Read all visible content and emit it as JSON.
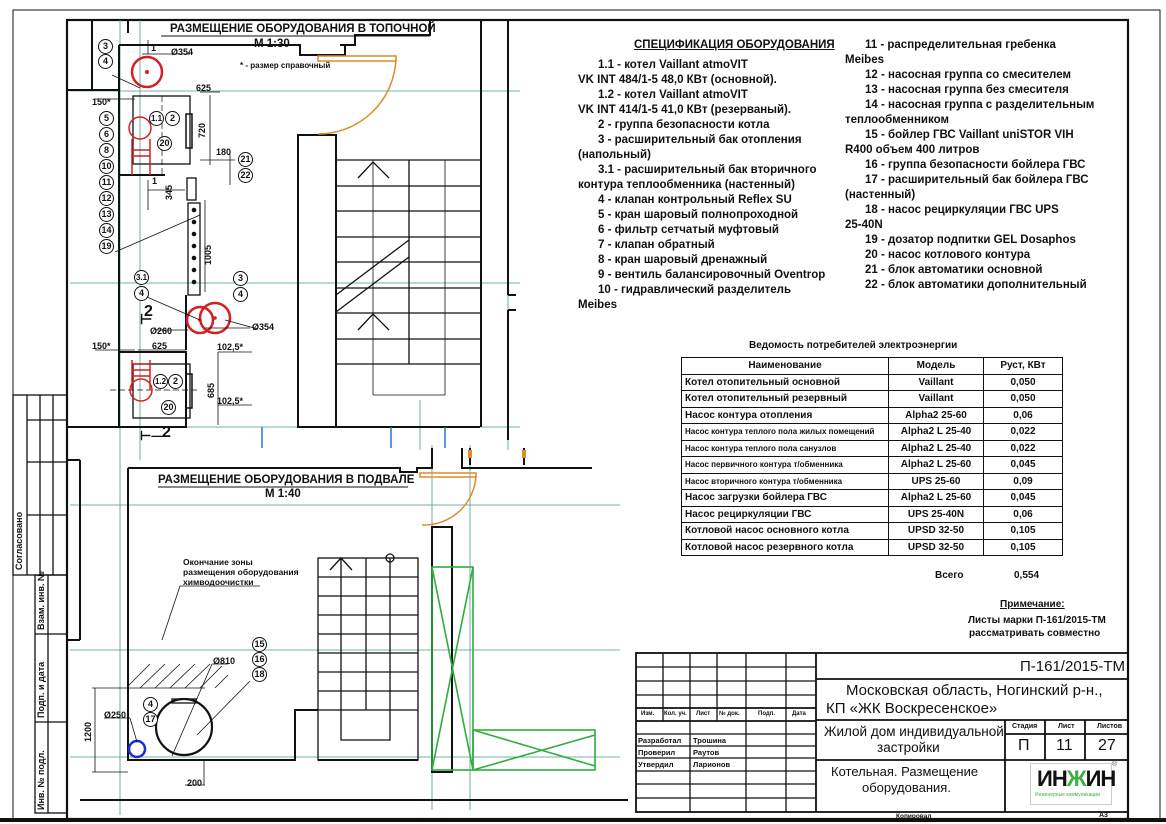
{
  "sheet": {
    "plan_top": {
      "title": "РАЗМЕЩЕНИЕ ОБОРУДОВАНИЯ В ТОПОЧНОЙ",
      "scale": "М 1:30",
      "note": "* - размер справочный",
      "section_mark": "2",
      "bubbles_left_a": [
        "3",
        "4"
      ],
      "bubbles_left_b": [
        "5",
        "6",
        "8",
        "10",
        "11",
        "12",
        "13",
        "14",
        "19"
      ],
      "bubbles_boiler1": [
        "1.1",
        "2"
      ],
      "bubble_pump1": "20",
      "bubbles_auto": [
        "21",
        "22"
      ],
      "bubbles_tank_a": [
        "3.1",
        "4"
      ],
      "bubbles_tank_b": [
        "3",
        "4"
      ],
      "bubbles_boiler2": [
        "1.2",
        "2"
      ],
      "bubble_pump2": "20",
      "dims": {
        "d354_top": "Ø354",
        "d354_mid": "Ø354",
        "d260": "Ø260",
        "w625_top": "625",
        "w625_bot": "625",
        "h720": "720",
        "w180": "180",
        "w345": "345",
        "h1005": "1005",
        "w150_top": "150*",
        "w150_bot": "150*",
        "h685": "685",
        "w102_5_a": "102,5*",
        "w102_5_b": "102,5*",
        "one_a": "1",
        "one_b": "1"
      }
    },
    "plan_bottom": {
      "title": "РАЗМЕЩЕНИЕ ОБОРУДОВАНИЯ В ПОДВАЛЕ",
      "scale": "М 1:40",
      "zone_note": [
        "Окончание зоны",
        "размещения оборудования",
        "химводоочистки"
      ],
      "bubbles_boiler_tank": [
        "15",
        "16",
        "18"
      ],
      "bubbles_small": [
        "4",
        "17"
      ],
      "dims": {
        "d810": "Ø810",
        "d250": "Ø250",
        "h1200": "1200",
        "w200": "200"
      }
    },
    "specification": {
      "title": "СПЕЦИФИКАЦИЯ ОБОРУДОВАНИЯ",
      "col1": [
        {
          "text": "1.1 - котел Vaillant atmoVIT",
          "indent": true
        },
        {
          "text": "VK INT 484/1-5 48,0 КВт (основной).",
          "indent": false
        },
        {
          "text": "1.2 - котел Vaillant atmoVIT",
          "indent": true
        },
        {
          "text": "VK INT 414/1-5 41,0 КВт (резерваный).",
          "indent": false
        },
        {
          "text": "2 - группа безопасности котла",
          "indent": true
        },
        {
          "text": "3 - расширительный бак отопления",
          "indent": true
        },
        {
          "text": "(напольный)",
          "indent": false
        },
        {
          "text": "3.1 - расширительный бак вторичного",
          "indent": true
        },
        {
          "text": "контура теплообменника (настенный)",
          "indent": false
        },
        {
          "text": "4 - клапан контрольный Reflex SU",
          "indent": true
        },
        {
          "text": "5 - кран шаровый полнопроходной",
          "indent": true
        },
        {
          "text": "6 - фильтр сетчатый муфтовый",
          "indent": true
        },
        {
          "text": "7 - клапан обратный",
          "indent": true
        },
        {
          "text": "8 - кран шаровый дренажный",
          "indent": true
        },
        {
          "text": "9 - вентиль балансировочный Oventrop",
          "indent": true
        },
        {
          "text": "10 - гидравлический разделитель",
          "indent": true
        },
        {
          "text": "Meibes",
          "indent": false
        }
      ],
      "col2": [
        {
          "text": "11 - распределительная гребенка",
          "indent": true
        },
        {
          "text": "Meibes",
          "indent": false
        },
        {
          "text": "12 - насосная группа со смесителем",
          "indent": true
        },
        {
          "text": "13 - насосная группа без смесителя",
          "indent": true
        },
        {
          "text": "14 - насосная группа с разделительным",
          "indent": true
        },
        {
          "text": "теплообменником",
          "indent": false
        },
        {
          "text": "15 - бойлер ГВС Vaillant uniSTOR VIH",
          "indent": true
        },
        {
          "text": "R400 объем 400 литров",
          "indent": false
        },
        {
          "text": "16 - группа безопасности бойлера ГВС",
          "indent": true
        },
        {
          "text": "17 - расширительный бак бойлера ГВС",
          "indent": true
        },
        {
          "text": "(настенный)",
          "indent": false
        },
        {
          "text": "18 - насос рециркуляции ГВС UPS",
          "indent": true
        },
        {
          "text": "25-40N",
          "indent": false
        },
        {
          "text": "19 - дозатор подпитки GEL Dosaphos",
          "indent": true
        },
        {
          "text": "20 - насос котлового контура",
          "indent": true
        },
        {
          "text": "21 - блок автоматики основной",
          "indent": true
        },
        {
          "text": "22 - блок автоматики дополнительный",
          "indent": true
        }
      ]
    },
    "power_table": {
      "title": "Ведомость потребителей электроэнергии",
      "headers": [
        "Наименование",
        "Модель",
        "Pуст, КВт"
      ],
      "rows": [
        {
          "name": "Котел отопительный основной",
          "model": "Vaillant",
          "power": "0,050",
          "small": false
        },
        {
          "name": "Котел отопительный резервный",
          "model": "Vaillant",
          "power": "0,050",
          "small": false
        },
        {
          "name": "Насос контура отопления",
          "model": "Alpha2 25-60",
          "power": "0,06",
          "small": false
        },
        {
          "name": "Насос контура теплого пола жилых помещений",
          "model": "Alpha2 L 25-40",
          "power": "0,022",
          "small": true
        },
        {
          "name": "Насос контура теплого пола санузлов",
          "model": "Alpha2 L 25-40",
          "power": "0,022",
          "small": true
        },
        {
          "name": "Насос первичного контура т/обменника",
          "model": "Alpha2 L 25-60",
          "power": "0,045",
          "small": true
        },
        {
          "name": "Насос вторичного контура т/обменника",
          "model": "UPS 25-60",
          "power": "0,09",
          "small": true
        },
        {
          "name": "Насос загрузки бойлера ГВС",
          "model": "Alpha2 L 25-60",
          "power": "0,045",
          "small": false
        },
        {
          "name": "Насос рециркуляции ГВС",
          "model": "UPS 25-40N",
          "power": "0,06",
          "small": false
        },
        {
          "name": "Котловой насос основного котла",
          "model": "UPSD 32-50",
          "power": "0,105",
          "small": false
        },
        {
          "name": "Котловой насос резервного котла",
          "model": "UPSD 32-50",
          "power": "0,105",
          "small": false
        }
      ],
      "total_label": "Всего",
      "total_value": "0,554"
    },
    "note": {
      "title": "Примечание:",
      "lines": [
        "Листы марки П-161/2015-ТМ",
        "рассматривать совместно"
      ]
    },
    "side_stamp": {
      "agreed": "Согласовано",
      "labels": [
        "Взам. инв. №",
        "Подп. и дата",
        "Инв. № подл."
      ]
    },
    "title_block": {
      "code": "П-161/2015-ТМ",
      "location_line1": "Московская область, Ногинский р-н.,",
      "location_line2": "КП «ЖК Воскресенское»",
      "object_line1": "Жилой дом индивидуальной",
      "object_line2": "застройки",
      "sheet_line1": "Котельная. Размещение",
      "sheet_line2": "оборудования.",
      "col_headers": [
        "Изм.",
        "Кол. уч.",
        "Лист",
        "№ док.",
        "Подп.",
        "Дата"
      ],
      "roles": [
        {
          "role": "Разработал",
          "name": "Трошина"
        },
        {
          "role": "Проверил",
          "name": "Раутов"
        },
        {
          "role": "Утвердил",
          "name": "Ларионов"
        }
      ],
      "stage_label": "Стадия",
      "sheet_label": "Лист",
      "sheets_label": "Листов",
      "stage": "П",
      "sheet": "11",
      "sheets": "27",
      "logo_text": "ИНЖИН",
      "logo_sub": "Инженерные коммуникации",
      "copied": "Копировал",
      "format": "А3"
    },
    "colors": {
      "line": "#111111",
      "axis_grid": "#4a9a8a",
      "equipment_red": "#d42020",
      "door_orange": "#e08a2a",
      "zone_green": "#2fae3a",
      "drain_blue": "#1a2fd0",
      "marker_blue": "#2a6fd6"
    }
  }
}
